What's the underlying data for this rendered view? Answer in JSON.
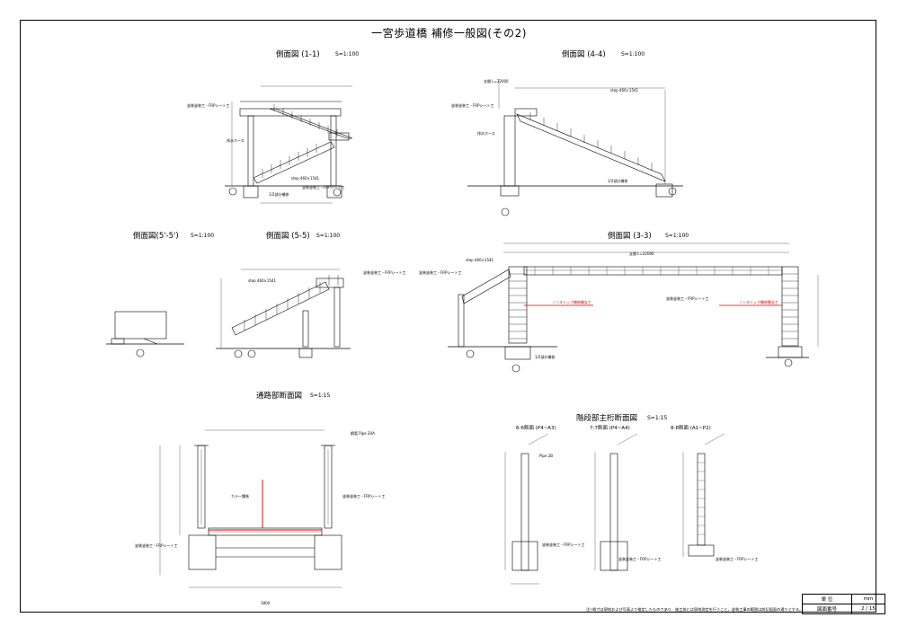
{
  "title": "一宮歩道橋 補修一般図(その2)",
  "views": {
    "v11": {
      "label": "側面図 (1-1)",
      "scale": "S=1:100"
    },
    "v44": {
      "label": "側面図 (4-4)",
      "scale": "S=1:100"
    },
    "v55p": {
      "label": "側面図(5'-5')",
      "scale": "S=1:100"
    },
    "v55": {
      "label": "側面図 (5-5)",
      "scale": "S=1:100"
    },
    "v33": {
      "label": "側面図 (3-3)",
      "scale": "S=1:100"
    },
    "tsuro": {
      "label": "通路部断面図",
      "scale": "S=1:15"
    },
    "kaidan": {
      "label": "階段部主桁断面図",
      "scale": "S=1:15"
    }
  },
  "subviews": {
    "s66": "6-6断面 (P4~A3)",
    "s77": "7-7断面 (P4~A4)",
    "s88": "8-8断面 (A1~P2)"
  },
  "annotations": {
    "frp": "塗装塗装工・FRPシート工",
    "ash": "排水ホース",
    "stairs": "step 460×1541",
    "span": "支間 L=22000",
    "red_note": "ノンスリップ補修撤去工",
    "teisha": "カラー舗装",
    "kou": "鋼管 Pipe 20A",
    "wid": "1800",
    "label_a": "1/2部分補修",
    "label_b": "Pipe 2B"
  },
  "titleblock": {
    "unit_label": "単 位",
    "unit_value": "mm",
    "sheet_label": "図面番号",
    "sheet_value": "2 / 15"
  },
  "footnote": "注) 概寸は現地および写真より推定したものであり、施工前には現地測定を行うこと。塗装工事の範囲は前記図面の通りとする。",
  "colors": {
    "line": "#000000",
    "accent": "#d40000"
  }
}
